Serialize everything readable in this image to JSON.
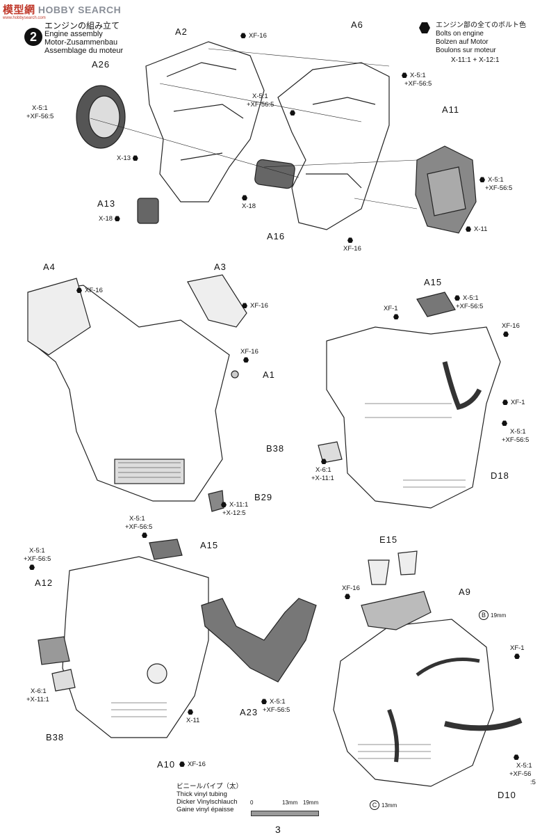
{
  "watermark": {
    "logo": "模型網",
    "name": "HOBBY SEARCH",
    "url": "www.hobbysearch.com"
  },
  "step": {
    "number": "2",
    "title_ja": "エンジンの組み立て",
    "title_en": "Engine assembly",
    "title_de": "Motor-Zusammenbau",
    "title_fr": "Assemblage du moteur"
  },
  "bolt_legend": {
    "ja": "エンジン部の全てのボルト色",
    "en": "Bolts on engine",
    "de": "Bolzen auf Motor",
    "fr": "Boulons sur moteur",
    "mix": "X-11:1 + X-12:1"
  },
  "parts": {
    "a2": "A2",
    "a6": "A6",
    "a26": "A26",
    "a11": "A11",
    "a13": "A13",
    "a16": "A16",
    "a4": "A4",
    "a3": "A3",
    "a1": "A1",
    "b29": "B29",
    "a15_r": "A15",
    "b38_r": "B38",
    "d18": "D18",
    "a15_b": "A15",
    "a12": "A12",
    "a23": "A23",
    "a10": "A10",
    "b38_b": "B38",
    "e15": "E15",
    "a9": "A9",
    "d10": "D10"
  },
  "paints": {
    "xf16": "XF-16",
    "x13": "X-13",
    "x18": "X-18",
    "x11": "X-11",
    "xf1": "XF-1",
    "x5_line1": "X-5:1",
    "xf56_line2": "+XF-56:5",
    "x6_line1": "X-6:1",
    "x11_line2": "+X-11:1",
    "x11_b29_line1": "X-11:1",
    "x12_b29_line2": "+X-12:5",
    "xf56_split_a": "+XF-56",
    "xf56_split_b": ":5"
  },
  "tube_markers": {
    "b": "B",
    "b_size": "19mm",
    "c": "C",
    "c_size": "13mm"
  },
  "tubing": {
    "ja": "ビニールパイプ（太）",
    "en": "Thick vinyl tubing",
    "de": "Dicker Vinylschlauch",
    "fr": "Gaine vinyl épaisse",
    "scale_0": "0",
    "scale_13": "13mm",
    "scale_19": "19mm"
  },
  "page_number": "3"
}
